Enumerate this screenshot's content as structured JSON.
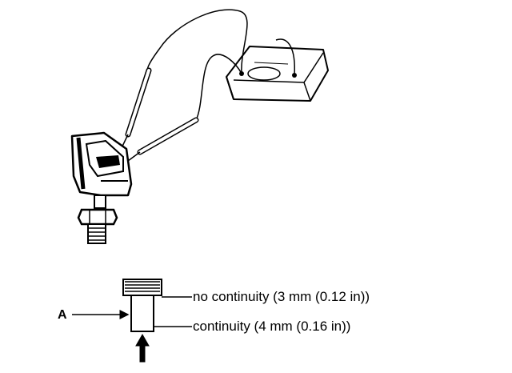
{
  "diagram": {
    "callout_a": "A",
    "no_continuity_label": "no continuity (3 mm (0.12 in))",
    "continuity_label": "continuity (4 mm (0.16 in))",
    "line_color": "#000000",
    "background_color": "#ffffff"
  },
  "icons": {
    "meter": "ohmmeter-icon",
    "switch": "switch-sensor-icon",
    "plunger": "plunger-icon",
    "push_arrow": "up-arrow-icon"
  }
}
